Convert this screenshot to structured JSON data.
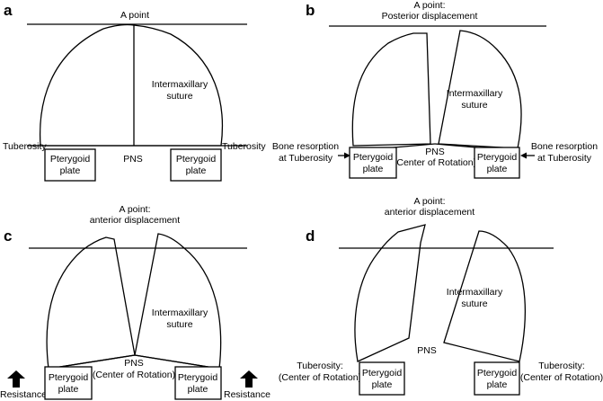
{
  "panels": {
    "a": {
      "label": "a",
      "a_point": "A point",
      "suture": [
        "Intermaxillary",
        "suture"
      ],
      "tuberosity_left": "Tuberosity",
      "tuberosity_right": "Tuberosity",
      "pns": "PNS",
      "plate_left": [
        "Pterygoid",
        "plate"
      ],
      "plate_right": [
        "Pterygoid",
        "plate"
      ]
    },
    "b": {
      "label": "b",
      "a_point": [
        "A point:",
        "Posterior displacement"
      ],
      "suture": [
        "Intermaxillary",
        "suture"
      ],
      "pns": [
        "PNS",
        "(Center of Rotation)"
      ],
      "resorption_left": [
        "Bone resorption",
        "at Tuberosity"
      ],
      "resorption_right": [
        "Bone resorption",
        "at Tuberosity"
      ],
      "plate_left": [
        "Pterygoid",
        "plate"
      ],
      "plate_right": [
        "Pterygoid",
        "plate"
      ]
    },
    "c": {
      "label": "c",
      "a_point": [
        "A point:",
        "anterior displacement"
      ],
      "suture": [
        "Intermaxillary",
        "suture"
      ],
      "pns": [
        "PNS",
        "(Center of Rotation)"
      ],
      "resistance_left": "Resistance",
      "resistance_right": "Resistance",
      "plate_left": [
        "Pterygoid",
        "plate"
      ],
      "plate_right": [
        "Pterygoid",
        "plate"
      ]
    },
    "d": {
      "label": "d",
      "a_point": [
        "A point:",
        "anterior displacement"
      ],
      "suture": [
        "Intermaxillary",
        "suture"
      ],
      "pns": "PNS",
      "tuberosity_left": [
        "Tuberosity:",
        "(Center of Rotation)"
      ],
      "tuberosity_right": [
        "Tuberosity:",
        "(Center of Rotation)"
      ],
      "plate_left": [
        "Pterygoid",
        "plate"
      ],
      "plate_right": [
        "Pterygoid",
        "plate"
      ]
    }
  }
}
